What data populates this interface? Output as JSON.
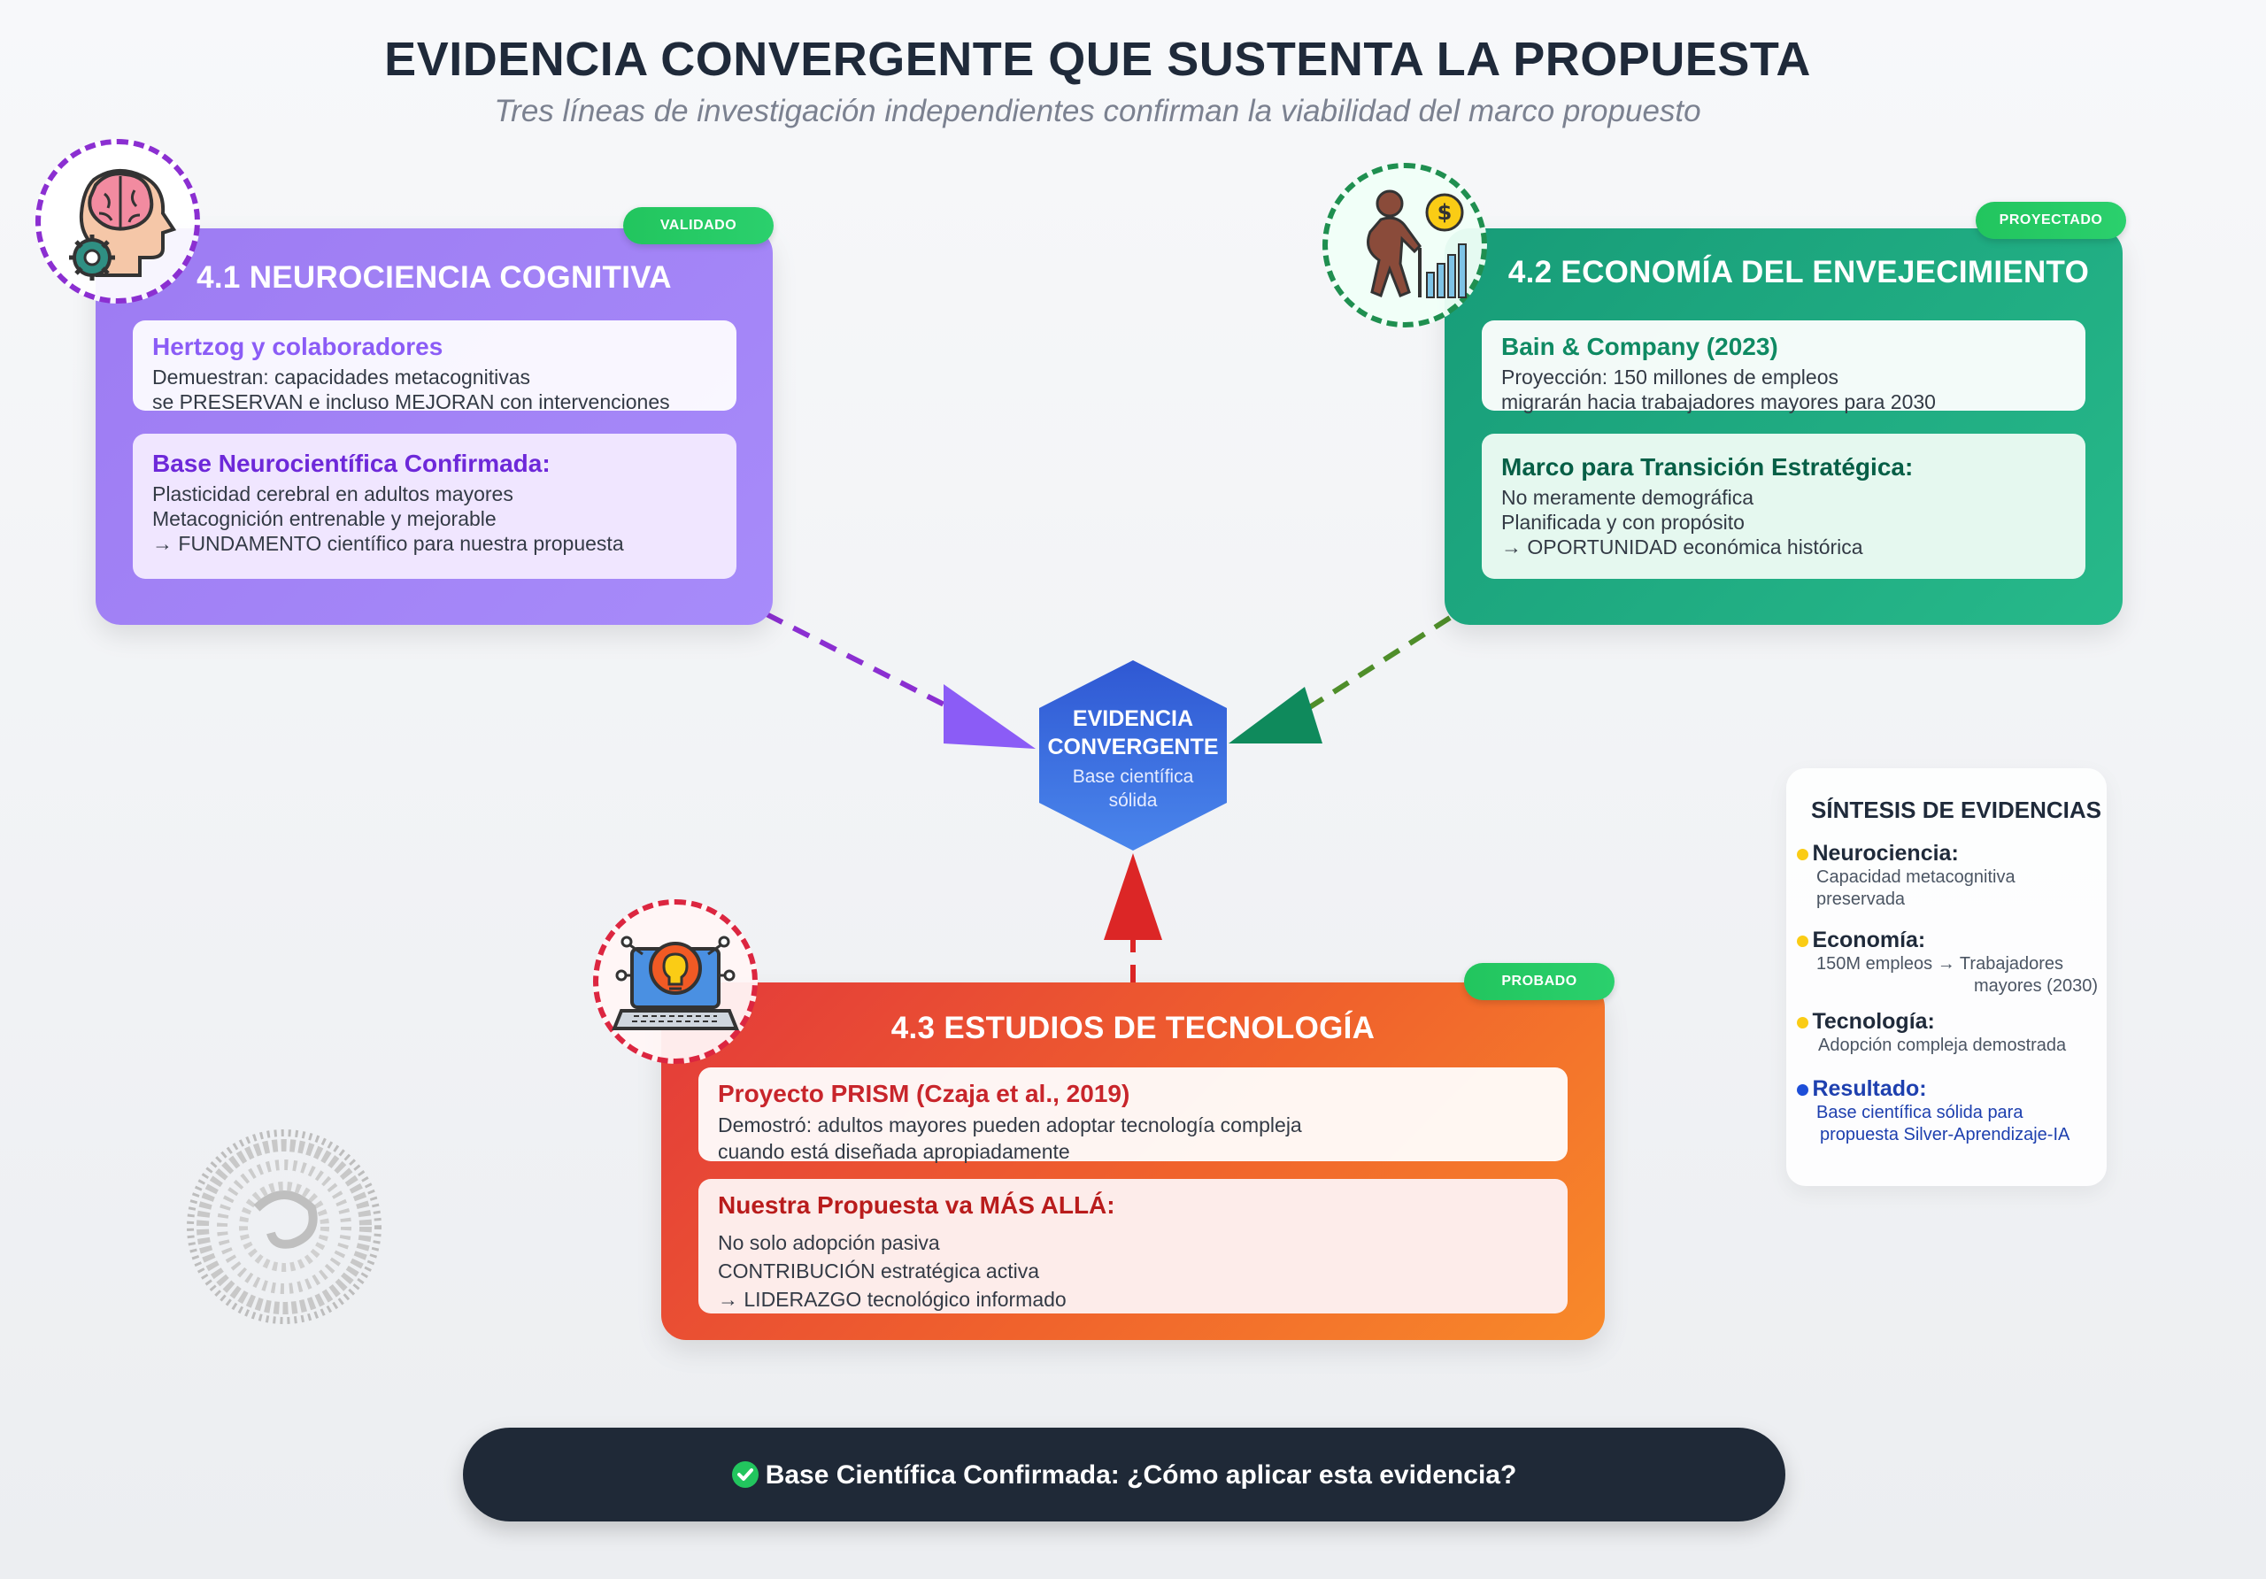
{
  "header": {
    "title": "EVIDENCIA CONVERGENTE QUE SUSTENTA LA PROPUESTA",
    "subtitle": "Tres líneas de investigación independientes confirman la viabilidad del marco propuesto"
  },
  "colors": {
    "neuro": "#a78bfa",
    "economy": "#22b38a",
    "technology": "#ef4f2e",
    "hub": "#3d6fe0",
    "footer": "#1f2937"
  },
  "cards": {
    "neuro": {
      "icon": "brain-gear-icon",
      "badge": "VALIDADO",
      "title": "4.1 NEUROCIENCIA COGNITIVA",
      "panel1": {
        "head": "Hertzog y colaboradores",
        "lines": [
          "Demuestran: capacidades metacognitivas",
          "se PRESERVAN e incluso MEJORAN con intervenciones"
        ]
      },
      "panel2": {
        "head": "Base Neurocientífica Confirmada:",
        "lines": [
          "Plasticidad cerebral en adultos mayores",
          "Metacognición entrenable y mejorable",
          "→ FUNDAMENTO científico para nuestra propuesta"
        ]
      }
    },
    "economy": {
      "icon": "elderly-growth-icon",
      "badge": "PROYECTADO",
      "title": "4.2 ECONOMÍA DEL ENVEJECIMIENTO",
      "panel1": {
        "head": "Bain & Company (2023)",
        "lines": [
          "Proyección: 150 millones de empleos",
          "migrarán hacia trabajadores mayores para 2030"
        ]
      },
      "panel2": {
        "head": "Marco para Transición Estratégica:",
        "lines": [
          "No meramente demográfica",
          "Planificada y con propósito",
          "→ OPORTUNIDAD económica histórica"
        ]
      }
    },
    "technology": {
      "icon": "laptop-lightbulb-icon",
      "badge": "PROBADO",
      "title": "4.3 ESTUDIOS DE TECNOLOGÍA",
      "panel1": {
        "head": "Proyecto PRISM (Czaja et al., 2019)",
        "lines": [
          "Demostró: adultos mayores pueden adoptar tecnología compleja",
          "cuando está diseñada apropiadamente"
        ]
      },
      "panel2": {
        "head": "Nuestra Propuesta va MÁS ALLÁ:",
        "lines": [
          "No solo adopción pasiva",
          "CONTRIBUCIÓN estratégica activa",
          "→ LIDERAZGO tecnológico informado"
        ]
      }
    }
  },
  "hub": {
    "line1": "EVIDENCIA",
    "line2": "CONVERGENTE",
    "sub1": "Base científica",
    "sub2": "sólida"
  },
  "summary": {
    "title": "SÍNTESIS DE EVIDENCIAS",
    "items": [
      {
        "head": "Neurociencia:",
        "lines": [
          "Capacidad metacognitiva",
          "preservada"
        ],
        "dot": "#facc15"
      },
      {
        "head": "Economía:",
        "lines": [
          "150M empleos → Trabajadores",
          "mayores (2030)"
        ],
        "dot": "#facc15"
      },
      {
        "head": "Tecnología:",
        "lines": [
          "Adopción compleja demostrada"
        ],
        "dot": "#facc15"
      },
      {
        "head": "Resultado:",
        "lines": [
          "Base científica sólida para",
          "propuesta Silver-Aprendizaje-IA"
        ],
        "dot": "#1d4ed8"
      }
    ]
  },
  "footer": {
    "icon": "check-circle-icon",
    "text": "Base Científica Confirmada: ¿Cómo aplicar esta evidencia?"
  }
}
